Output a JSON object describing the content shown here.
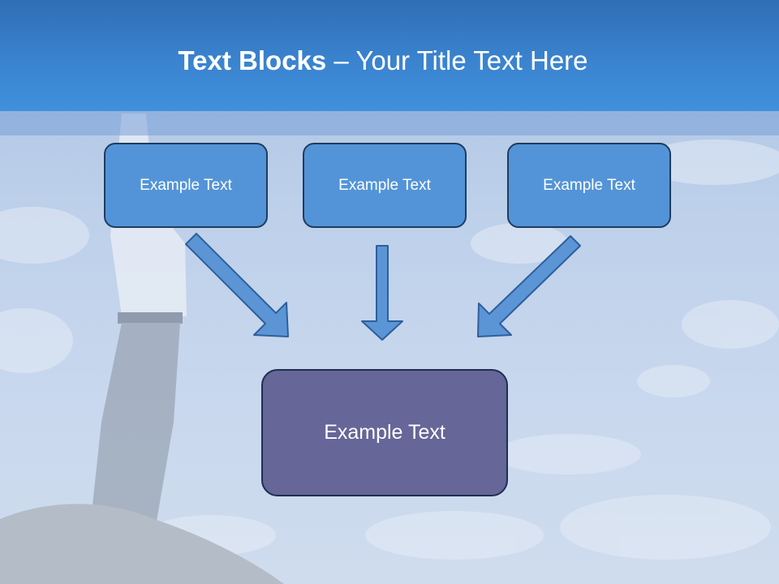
{
  "title": {
    "bold": "Text Blocks",
    "rest": " – Your Title Text Here"
  },
  "blocks": {
    "left": "Example Text",
    "center": "Example Text",
    "right": "Example Text",
    "bottom": "Example Text"
  },
  "colors": {
    "header": "#3a83cf",
    "block_fill": "#5394d8",
    "bottom_fill": "#666699",
    "arrow_fill": "#5b95d6",
    "arrow_stroke": "#2e5f9b"
  }
}
